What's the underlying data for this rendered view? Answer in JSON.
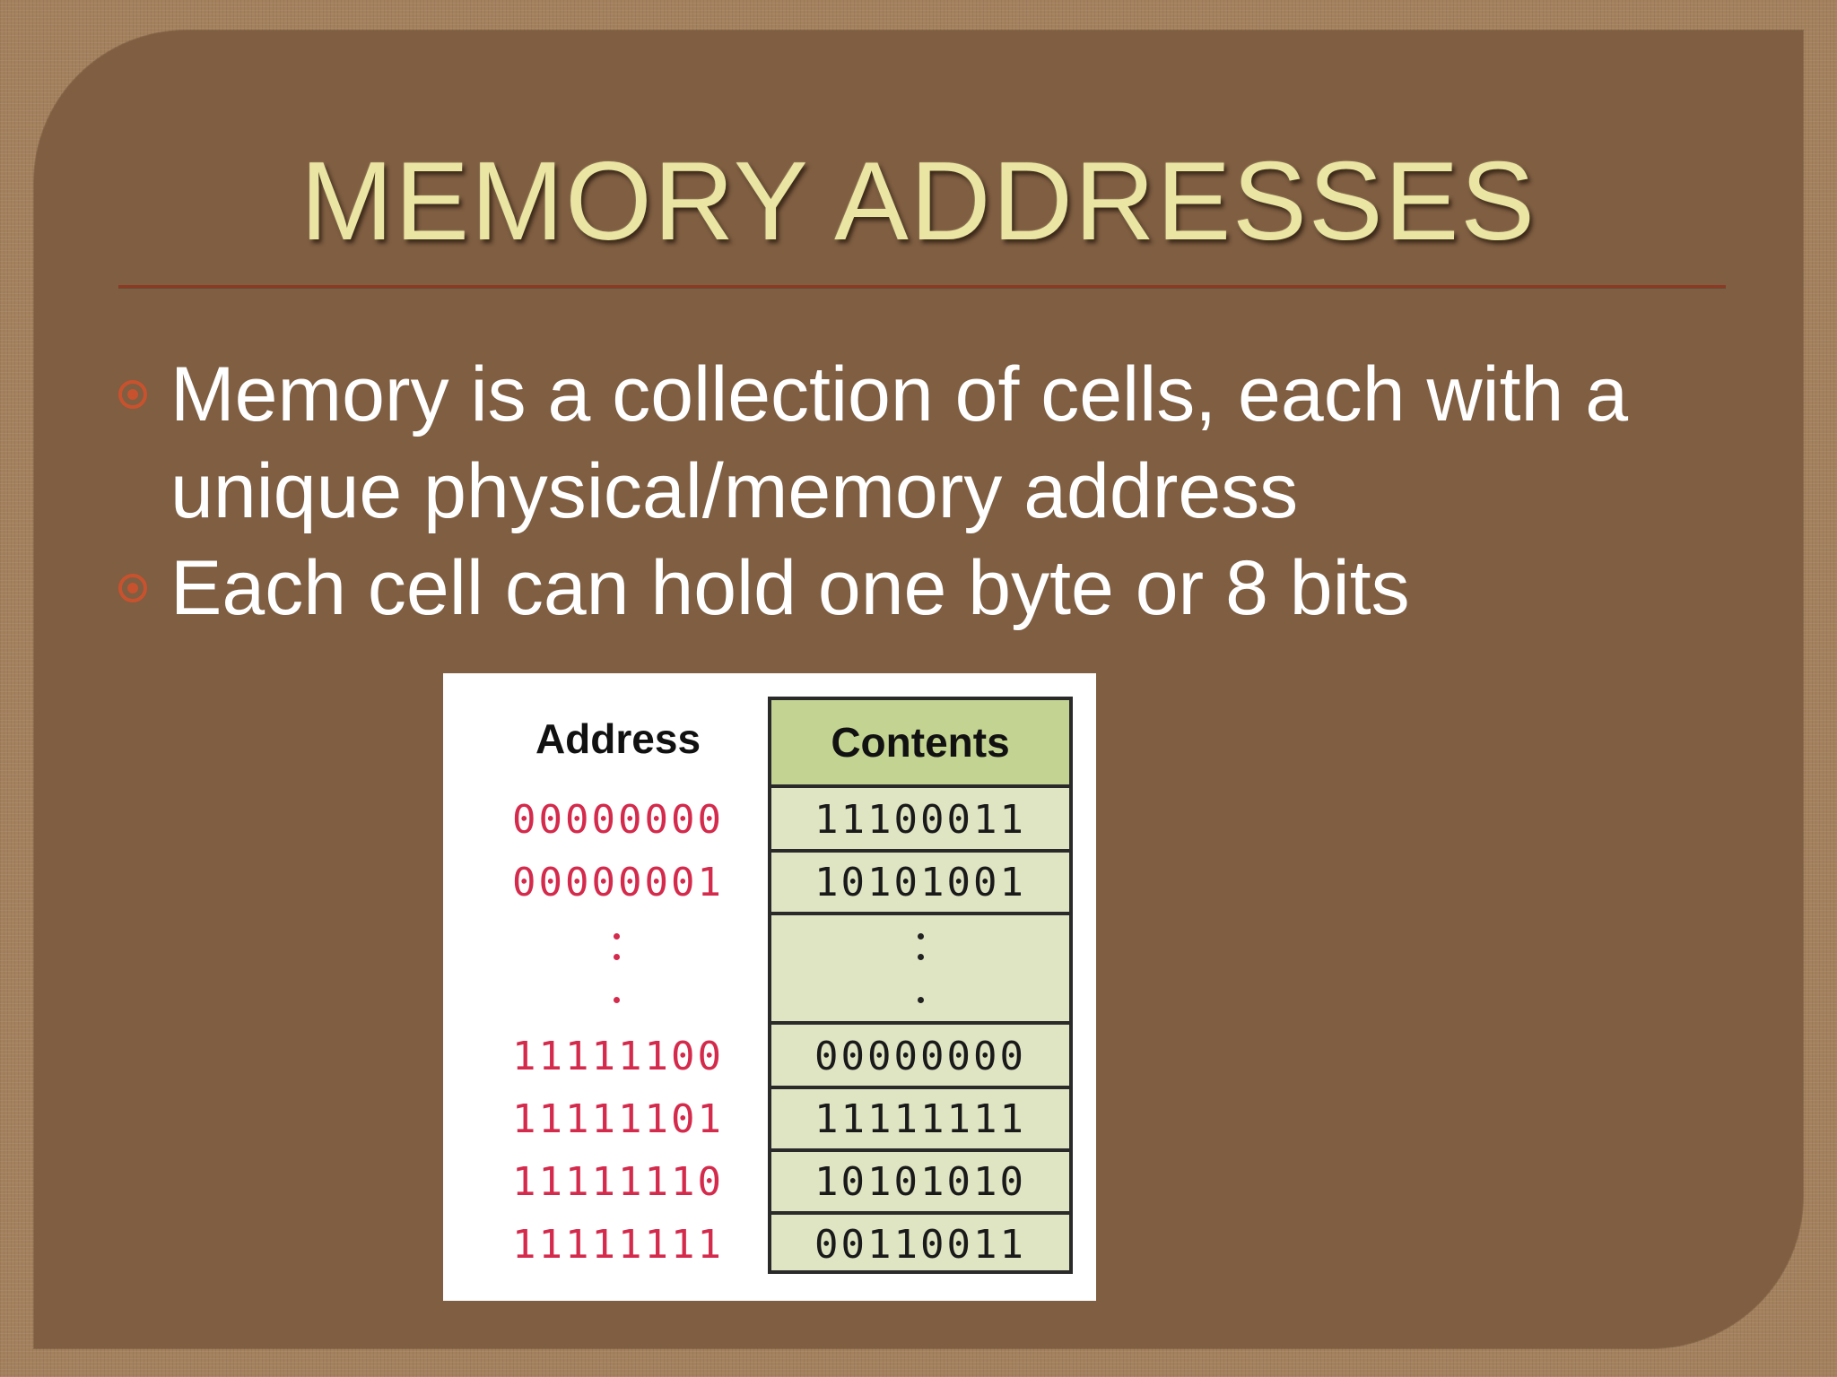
{
  "slide": {
    "title": "MEMORY ADDRESSES",
    "bullets": [
      "Memory is a collection of cells, each with a unique physical/memory address",
      "Each cell can hold one byte or 8 bits"
    ]
  },
  "figure": {
    "address_header": "Address",
    "contents_header": "Contents",
    "rows_top": [
      {
        "address": "00000000",
        "contents": "11100011"
      },
      {
        "address": "00000001",
        "contents": "10101001"
      }
    ],
    "rows_bottom": [
      {
        "address": "11111100",
        "contents": "00000000"
      },
      {
        "address": "11111101",
        "contents": "11111111"
      },
      {
        "address": "11111110",
        "contents": "10101010"
      },
      {
        "address": "11111111",
        "contents": "00110011"
      }
    ]
  },
  "colors": {
    "background": "#a4815e",
    "panel": "#7f5e42",
    "title": "#ebe5a3",
    "rule": "#8c3a24",
    "bullet_marker": "#c8522e",
    "address_text": "#d42a4c",
    "contents_fill": "#dfe5c3",
    "contents_header_fill": "#c2d392"
  }
}
